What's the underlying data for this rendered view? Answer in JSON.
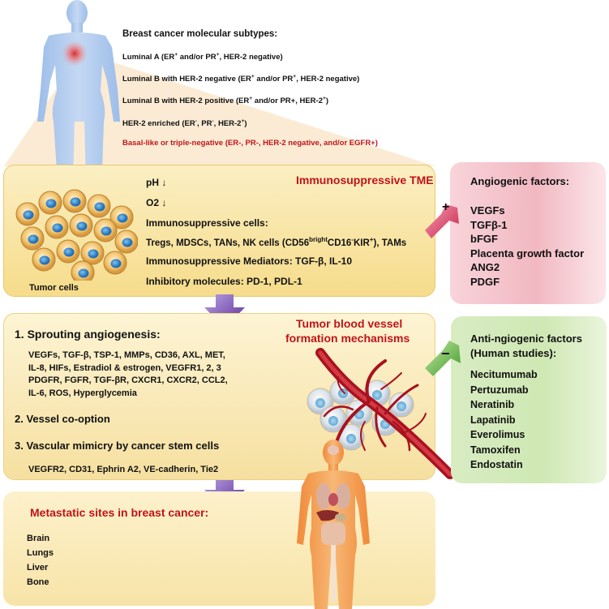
{
  "subtypes": {
    "title": "Breast cancer molecular subtypes:",
    "lines": [
      [
        {
          "t": "Luminal A (ER"
        },
        {
          "sup": "+"
        },
        {
          "t": " and/or PR"
        },
        {
          "sup": "+"
        },
        {
          "t": ", HER-2 negative)"
        }
      ],
      [
        {
          "t": "Luminal B with HER-2 negative (ER"
        },
        {
          "sup": "+"
        },
        {
          "t": " and/or PR"
        },
        {
          "sup": "+"
        },
        {
          "t": ", HER-2 negative)"
        }
      ],
      [
        {
          "t": "Luminal B with HER-2 positive (ER"
        },
        {
          "sup": "+"
        },
        {
          "t": " and/or PR+, HER-2"
        },
        {
          "sup": "+"
        },
        {
          "t": ")"
        }
      ],
      [
        {
          "t": "HER-2 enriched (ER"
        },
        {
          "sup": "-"
        },
        {
          "t": ", PR"
        },
        {
          "sup": "-"
        },
        {
          "t": ", HER-2"
        },
        {
          "sup": "+"
        },
        {
          "t": ")"
        }
      ]
    ],
    "basal": "Basal-like or triple-negative (ER-, PR-, HER-2 negative, and/or EGFR+)"
  },
  "tme": {
    "title": "Immunosuppressive TME",
    "ph": "pH ↓",
    "o2": "O2 ↓",
    "cells_label": "Immunosuppressive cells:",
    "cells_line": [
      {
        "t": "Tregs, MDSCs, TANs, NK cells (CD56"
      },
      {
        "sup": "bright"
      },
      {
        "t": "CD16"
      },
      {
        "sup": "-"
      },
      {
        "t": "KIR"
      },
      {
        "sup": "+"
      },
      {
        "t": "), TAMs"
      }
    ],
    "mediators": "Immunosuppressive Mediators: TGF-β, IL-10",
    "inhibitory": "Inhibitory molecules: PD-1, PDL-1",
    "tumor_label": "Tumor cells"
  },
  "angiogenic": {
    "title": "Angiogenic factors:",
    "sign": "+",
    "items": [
      "VEGFs",
      "TGFβ-1",
      "bFGF",
      "Placenta growth factor",
      "ANG2",
      "PDGF"
    ]
  },
  "mechanisms": {
    "title_line1": "Tumor blood vessel",
    "title_line2": "formation mechanisms",
    "sprouting": "1. Sprouting angiogenesis:",
    "sprouting_factors": [
      "VEGFs, TGF-β, TSP-1, MMPs, CD36, AXL, MET,",
      "IL-8, HIFs, Estradiol & estrogen, VEGFR1, 2, 3",
      "PDGFR, FGFR, TGF-βR, CXCR1, CXCR2, CCL2,",
      "IL-6, ROS, Hyperglycemia"
    ],
    "cooption": "2. Vessel co-option",
    "mimicry": "3. Vascular mimicry by cancer stem cells",
    "mimicry_factors": "VEGFR2, CD31, Ephrin A2, VE-cadherin, Tie2"
  },
  "anti": {
    "title_line1": "Anti-ngiogenic factors",
    "title_line2": "(Human studies):",
    "sign": "−",
    "items": [
      "Necitumumab",
      "Pertuzumab",
      "Neratinib",
      "Lapatinib",
      "Everolimus",
      "Tamoxifen",
      "Endostatin"
    ]
  },
  "metastasis": {
    "title": "Metastatic sites in breast cancer:",
    "sites": [
      "Brain",
      "Lungs",
      "Liver",
      "Bone"
    ]
  },
  "colors": {
    "accent_red": "#c0141a",
    "arrow_purple": "#6a3aa8",
    "body_blue": "#a9c6ec",
    "body_orange": "#f3a55e"
  }
}
